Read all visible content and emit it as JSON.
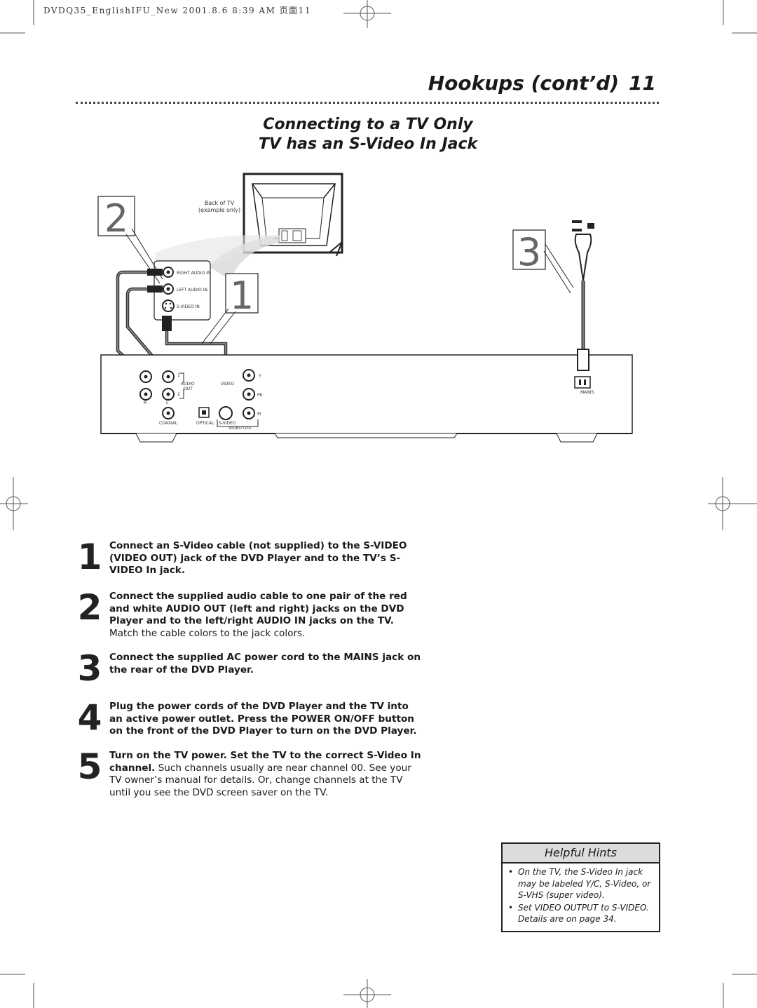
{
  "print_header": "DVDQ35_EnglishIFU_New  2001.8.6 8:39 AM 页面11",
  "page": {
    "title": "Hookups (cont’d)",
    "number": "11"
  },
  "subtitle": {
    "line1": "Connecting to a TV Only",
    "line2": "TV has an S-Video In Jack"
  },
  "diagram": {
    "callouts": [
      "2",
      "1",
      "3"
    ],
    "tv_label": [
      "Back of TV",
      "(example only)"
    ],
    "tv_jacks": [
      "RIGHT AUDIO IN",
      "LEFT AUDIO IN",
      "S-VIDEO IN"
    ],
    "player_labels": {
      "one": "1",
      "two": "2",
      "audio": "AUDIO",
      "out": "OUT",
      "r": "R",
      "l": "L",
      "coaxial": "COAXIAL",
      "optical": "OPTICAL",
      "svideo": "S-VIDEO",
      "video_out": "VIDEO OUT",
      "video": "VIDEO",
      "y": "Y",
      "pb": "Pb",
      "pr": "Pr",
      "mains": "MAINS"
    }
  },
  "steps": [
    {
      "number": "1",
      "bold": "Connect an S-Video cable (not supplied) to the S-VIDEO (VIDEO OUT) jack of the DVD Player and to the TV’s S-VIDEO In jack.",
      "normal": ""
    },
    {
      "number": "2",
      "bold": "Connect the supplied audio cable to one pair of the red and white AUDIO OUT (left and right) jacks on the DVD Player and to the left/right AUDIO IN jacks on the TV.",
      "normal": " Match the cable colors to the jack colors."
    },
    {
      "number": "3",
      "bold": "Connect the supplied AC power cord to the MAINS jack on the rear of the DVD Player.",
      "normal": ""
    },
    {
      "number": "4",
      "bold": "Plug the power cords of the DVD Player and the TV into an active power outlet. Press the POWER ON/OFF button on the front of the DVD Player to turn on the DVD Player.",
      "normal": ""
    },
    {
      "number": "5",
      "bold": "Turn on the TV power. Set the TV to the correct S-Video In channel.",
      "normal": " Such channels usually are near channel 00. See your TV owner’s manual for details. Or, change channels at the TV until you see the DVD screen saver on the TV."
    }
  ],
  "hints": {
    "title": "Helpful Hints",
    "bullet": "•",
    "items": [
      "On the TV, the S-Video In jack may be labeled Y/C, S-Video, or S-VHS (super video).",
      "Set VIDEO OUTPUT to S-VIDEO. Details are on page 34."
    ]
  }
}
